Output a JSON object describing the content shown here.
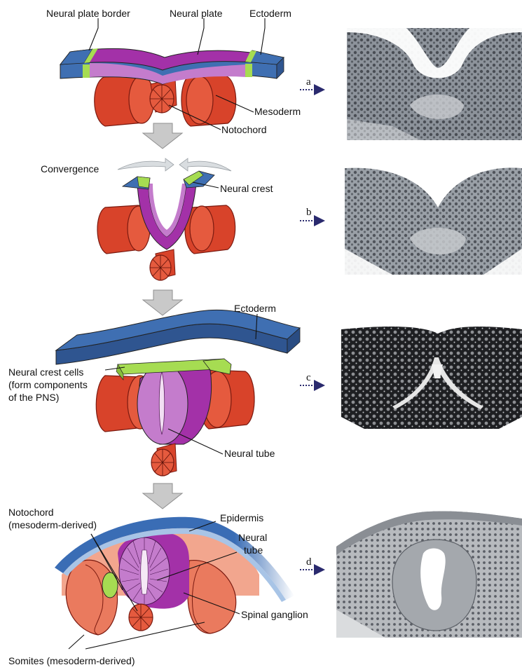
{
  "stages": [
    {
      "id": "a",
      "letter": "a",
      "labels": {
        "neural_plate_border": "Neural plate border",
        "neural_plate": "Neural plate",
        "ectoderm": "Ectoderm",
        "mesoderm": "Mesoderm",
        "notochord": "Notochord"
      }
    },
    {
      "id": "b",
      "letter": "b",
      "labels": {
        "convergence": "Convergence",
        "neural_crest": "Neural crest"
      }
    },
    {
      "id": "c",
      "letter": "c",
      "labels": {
        "ectoderm": "Ectoderm",
        "neural_crest_cells_1": "Neural crest cells",
        "neural_crest_cells_2": "(form components",
        "neural_crest_cells_3": "of the PNS)",
        "neural_tube": "Neural tube"
      }
    },
    {
      "id": "d",
      "letter": "d",
      "labels": {
        "notochord_1": "Notochord",
        "notochord_2": "(mesoderm-derived)",
        "epidermis": "Epidermis",
        "neural_tube_1": "Neural",
        "neural_tube_2": "tube",
        "spinal_ganglion": "Spinal ganglion",
        "somites": "Somites (mesoderm-derived)"
      }
    }
  ],
  "colors": {
    "ectoderm_blue": "#3f6fb2",
    "neural_plate_purple": "#a331a8",
    "neural_plate_light": "#c47ccc",
    "neural_crest_green": "#a6dc52",
    "mesoderm_red": "#d8432a",
    "somite_salmon": "#ea7a5e",
    "arrow_gray": "#c9c9c9",
    "arrow_navy": "#2a2a6e"
  }
}
